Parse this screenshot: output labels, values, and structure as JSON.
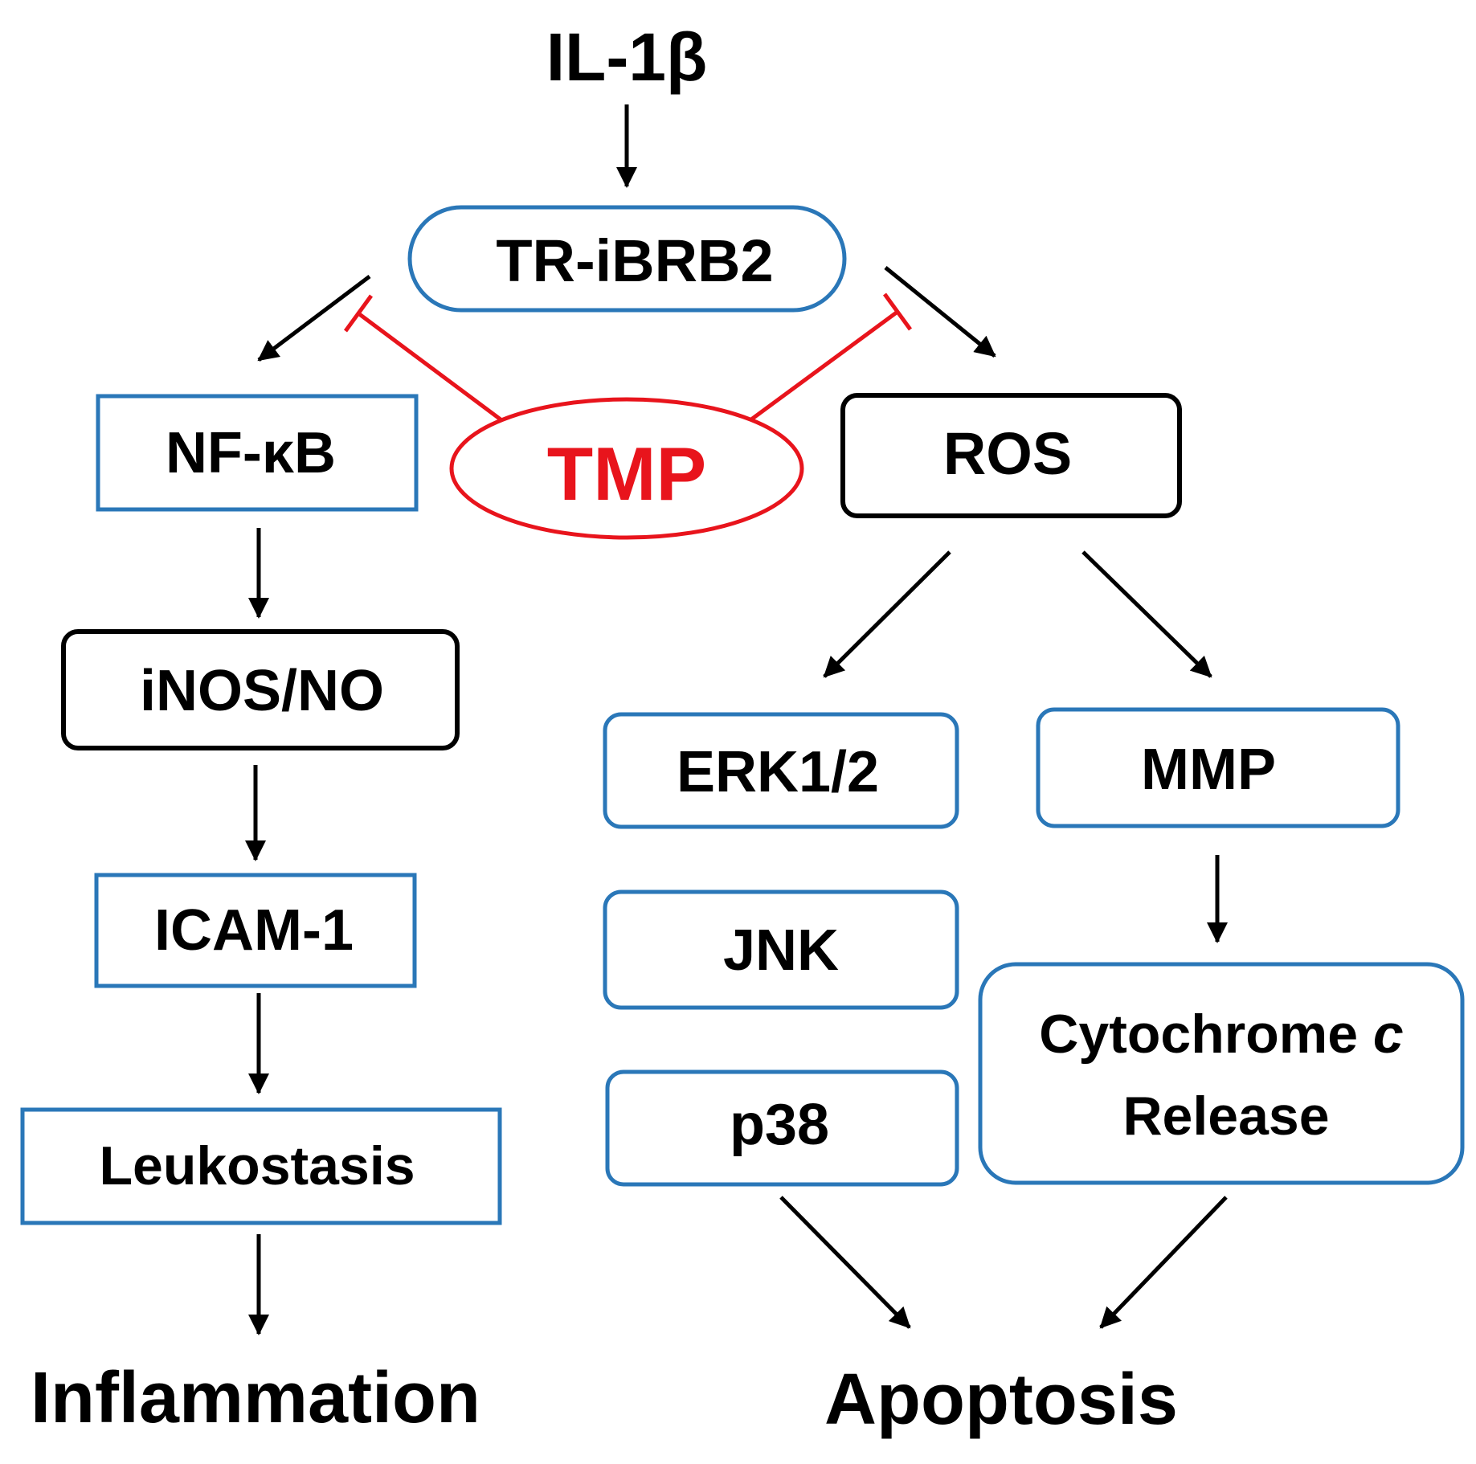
{
  "colors": {
    "arrow": "#000000",
    "inhibit": "#e8141c",
    "box_blue": "#2a77b8",
    "box_black": "#000000",
    "tmp_text": "#e8141c"
  },
  "nodes": {
    "il1b": "IL-1β",
    "tribrb2": "TR-iBRB2",
    "tmp": "TMP",
    "nfkb": "NF-κB",
    "ros": "ROS",
    "inos": "iNOS/NO",
    "icam": "ICAM-1",
    "leuko": "Leukostasis",
    "inflammation": "Inflammation",
    "erk": "ERK1/2",
    "mmp": "MMP",
    "jnk": "JNK",
    "p38": "p38",
    "cytc_line1_main": "Cytochrome ",
    "cytc_line1_italic": "c",
    "cytc_line2": "Release",
    "apoptosis": "Apoptosis"
  }
}
